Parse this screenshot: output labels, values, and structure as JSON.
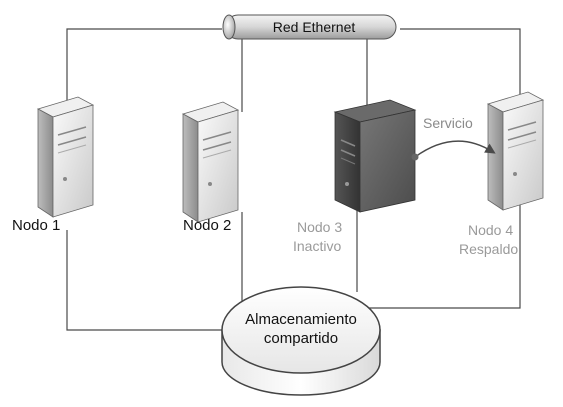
{
  "network": {
    "label": "Red Ethernet"
  },
  "nodes": [
    {
      "name": "Nodo 1",
      "status": ""
    },
    {
      "name": "Nodo 2",
      "status": ""
    },
    {
      "name": "Nodo 3",
      "status": "Inactivo"
    },
    {
      "name": "Nodo 4",
      "status": "Respaldo"
    }
  ],
  "service": {
    "label": "Servicio"
  },
  "storage": {
    "line1": "Almacenamiento",
    "line2": "compartido"
  },
  "colors": {
    "line": "#4a4a4a",
    "label_dark": "#111111",
    "label_gray": "#9a9a9a",
    "server_light": "#e4e4e4",
    "server_dark": "#5e5e5e"
  }
}
